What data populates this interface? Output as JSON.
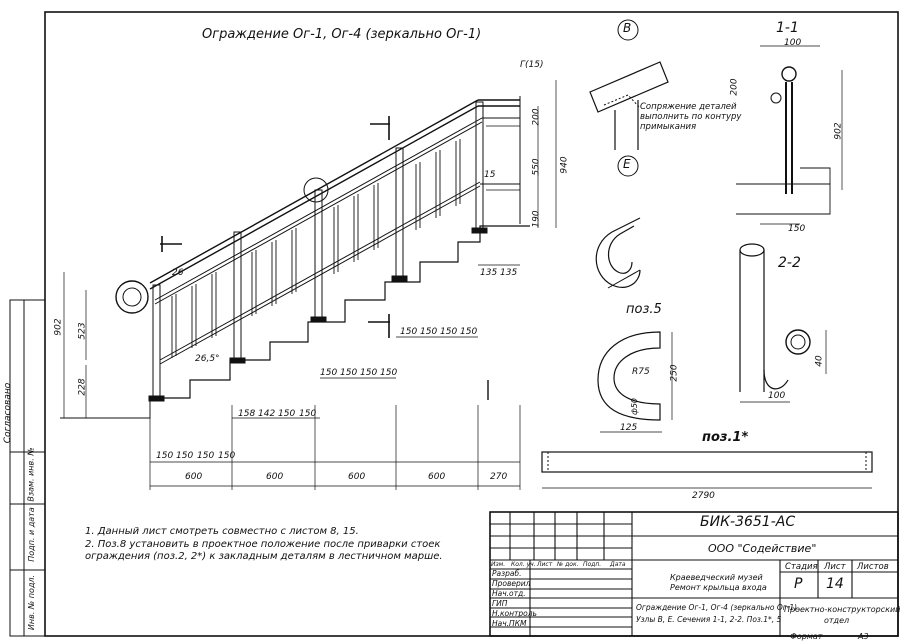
{
  "drawing_title": "Ограждение Ог-1,  Ог-4 (зеркально Ог-1)",
  "views": {
    "B_label": "B",
    "E_label": "E",
    "sec11": "1-1",
    "sec22": "2-2",
    "poz5": "поз.5",
    "poz1": "поз.1*"
  },
  "weld_note": [
    "Сопряжение деталей",
    "выполнить по контуру",
    "примыкания"
  ],
  "dims_bottom": {
    "step150": "150",
    "d158": "158",
    "d142": "142",
    "d600": "600",
    "d270": "270",
    "d2790": "2790",
    "d902": "902",
    "d523": "523",
    "d228": "228",
    "d940": "940",
    "d550": "550",
    "d200": "200",
    "d190": "190",
    "d135": "135",
    "d100": "100",
    "d40": "40",
    "d250": "250",
    "d125": "125",
    "r75": "R75",
    "phi50": "ф50",
    "angle": "26,5°",
    "d26": "26",
    "g15": "Г(15)",
    "d15": "15"
  },
  "notes": [
    "1. Данный лист смотреть совместно с листом 8, 15.",
    "2. Поз.8 установить в проектное положение после приварки стоек",
    "ограждения (поз.2, 2*) к закладным деталям в лестничном марше."
  ],
  "side_stamp": [
    "Согласовано",
    "Взам. инв. №",
    "Подп. и дата",
    "Инв. № подл."
  ],
  "stamp": {
    "code": "БИК-3651-АС",
    "company": "ООО \"Содействие\"",
    "object": [
      "Краеведческий музей",
      "Ремонт крыльца входа"
    ],
    "sheet_title": [
      "Ограждение Ог-1, Ог-4 (зеркально Ог-1).",
      "Узлы В,  Е. Сечения 1-1, 2-2. Поз.1*, 5"
    ],
    "dept": [
      "Проектно-конструкторский",
      "отдел"
    ],
    "stage_h": "Стадия",
    "sheet_h": "Лист",
    "sheets_h": "Листов",
    "stage": "Р",
    "sheet": "14",
    "col_headers": [
      "Изм.",
      "Кол. уч.",
      "Лист",
      "№ док.",
      "Подп.",
      "Дата"
    ],
    "roles": [
      "Разраб.",
      "Проверил",
      "Нач.отд.",
      "ГИП",
      "Н.контроль",
      "Нач.ПКМ"
    ],
    "format_label": "Формат",
    "format_value": "А3"
  }
}
